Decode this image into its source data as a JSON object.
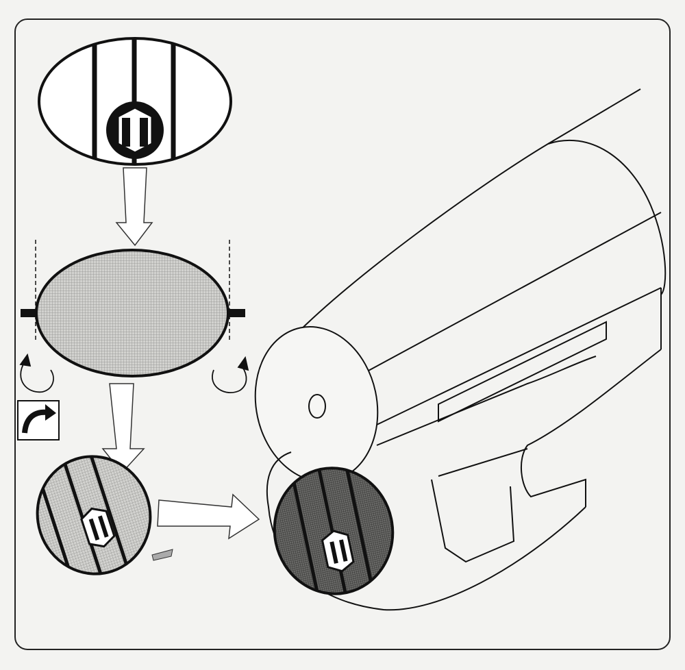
{
  "colors": {
    "background": "#f3f3f1",
    "line": "#111111",
    "filter_light": "#c9c9c6",
    "filter_dark": "#5a5a58"
  },
  "icons": [
    "filter-grille",
    "filter-mesh",
    "rotate-arrow",
    "rotate-arrow-icon-box",
    "hair-dryer"
  ]
}
